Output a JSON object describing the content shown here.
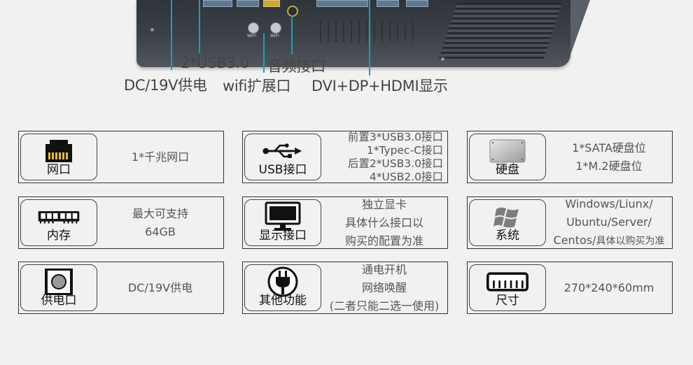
{
  "device_callouts": [
    {
      "id": "usb30",
      "text": "2*USB3.0"
    },
    {
      "id": "audio",
      "text": "音频接口"
    },
    {
      "id": "dc",
      "text": "DC/19V供电"
    },
    {
      "id": "wifi",
      "text": "wifi扩展口"
    },
    {
      "id": "display",
      "text": "DVI+DP+HDMI显示"
    }
  ],
  "wifi_port_label": "WIFI",
  "colors": {
    "leader": "#1a9fbf",
    "border": "#333333",
    "text": "#555555",
    "background": "#f1f1f1"
  },
  "cards": [
    {
      "label": "网口",
      "icon": "ethernet-port-icon",
      "lines": [
        "1*千兆网口"
      ]
    },
    {
      "label": "USB接口",
      "icon": "usb-icon",
      "lines": [
        "前置3*USB3.0接口",
        "1*Typec-C接口",
        "后置2*USB3.0接口",
        "4*USB2.0接口"
      ]
    },
    {
      "label": "硬盘",
      "icon": "hard-drive-icon",
      "lines": [
        "1*SATA硬盘位",
        "1*M.2硬盘位"
      ]
    },
    {
      "label": "内存",
      "icon": "memory-stick-icon",
      "lines": [
        "最大可支持",
        "64GB"
      ]
    },
    {
      "label": "显示接口",
      "icon": "monitor-icon",
      "lines": [
        "独立显卡",
        "具体什么接口以",
        "购买的配置为准"
      ]
    },
    {
      "label": "系统",
      "icon": "windows-logo-icon",
      "lines": [
        "Windows/Liunx/",
        "Ubuntu/Server/",
        "Centos/",
        "具体以购买为准"
      ]
    },
    {
      "label": "供电口",
      "icon": "power-jack-icon",
      "lines": [
        "DC/19V供电"
      ]
    },
    {
      "label": "其他功能",
      "icon": "power-plug-icon",
      "lines": [
        "通电开机",
        "网络唤醒",
        "(二者只能二选一使用)"
      ]
    },
    {
      "label": "尺寸",
      "icon": "ruler-icon",
      "lines": [
        "270*240*60mm"
      ]
    }
  ]
}
